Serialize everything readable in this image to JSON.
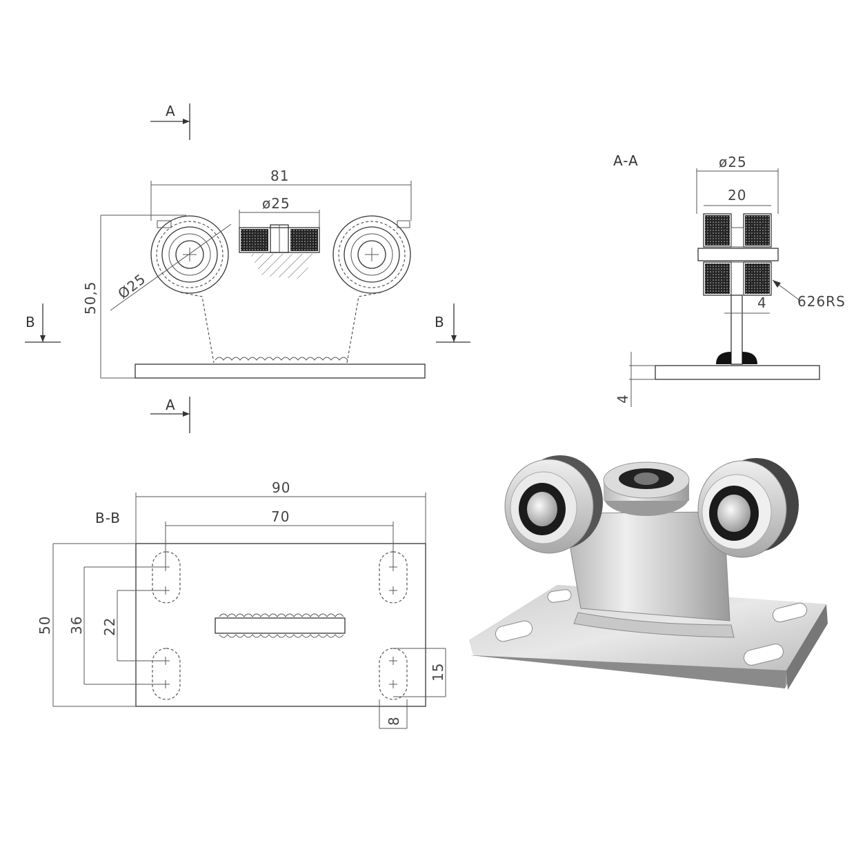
{
  "front_view": {
    "section_marker_top": "A",
    "section_marker_bottom": "A",
    "section_marker_left": "B",
    "section_marker_right": "B",
    "dim_overall_width": "81",
    "dim_bearing_diameter": "ø25",
    "dim_wheel_diameter": "Ø25",
    "dim_height": "50,5"
  },
  "section_aa": {
    "title": "A-A",
    "dim_outer_diameter": "ø25",
    "dim_inner_width": "20",
    "dim_stem_thickness": "4",
    "dim_plate_thickness": "4",
    "bearing_callout": "626RS"
  },
  "section_bb": {
    "title": "B-B",
    "dim_plate_length": "90",
    "dim_hole_spacing": "70",
    "dim_plate_width": "50",
    "dim_outer_hole_span": "36",
    "dim_inner_hole_span": "22",
    "dim_slot_length": "15",
    "dim_slot_width": "8"
  },
  "colors": {
    "line": "#333333",
    "metal_light": "#e4e4e4",
    "metal_dark": "#8a8a8a",
    "rubber": "#151515"
  }
}
